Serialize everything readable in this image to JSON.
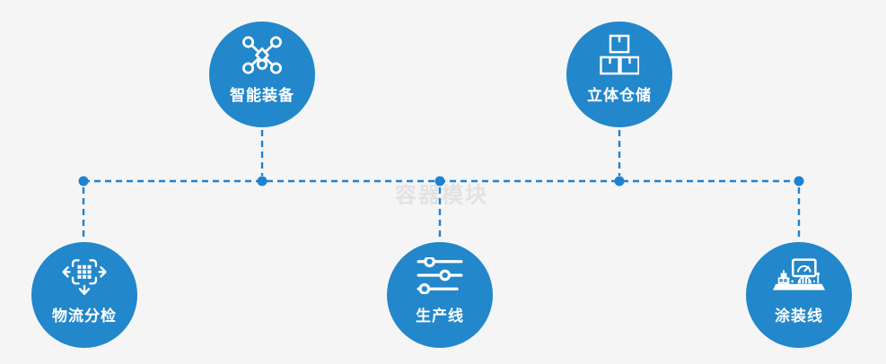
{
  "colors": {
    "background": "#f5f5f5",
    "node_blue": "#2287cb",
    "connector_blue": "#1e82d2",
    "icon_white": "#ffffff",
    "label_white": "#ffffff",
    "watermark_gray": "#e2e2e4"
  },
  "watermark": {
    "text": "容器模块"
  },
  "nodes": [
    {
      "label": "智能装备",
      "icon": "network-nodes-icon"
    },
    {
      "label": "立体仓储",
      "icon": "stacked-boxes-icon"
    },
    {
      "label": "物流分检",
      "icon": "dispatch-arrows-icon"
    },
    {
      "label": "生产线",
      "icon": "sliders-icon"
    },
    {
      "label": "涂装线",
      "icon": "control-station-icon"
    }
  ]
}
